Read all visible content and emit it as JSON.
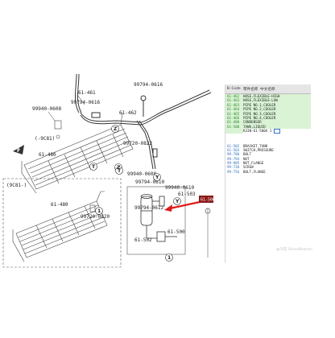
{
  "diagram": {
    "callouts": {
      "c1": "61-461",
      "c2": "99794-0616",
      "c3": "99940-0608",
      "c4": "61-462",
      "c5": "99794-0616",
      "c6": "99720-0822",
      "c7": "99940-0608",
      "c8": "99794-0610",
      "c9": "(-9C81)",
      "c10": "61-480",
      "c11": "(9C81-)",
      "c12": "61-480",
      "c13": "99720-0820",
      "c14": "99940-0610",
      "c15": "99794-0612",
      "c16": "61-503",
      "c17": "61-500",
      "c18": "61-502",
      "circle_z1": "Z",
      "circle_z2": "Z",
      "circle_y1": "Y",
      "circle_y2": "Y",
      "circle_t1": "T",
      "circle_t2": "T",
      "circle_1a": "1",
      "circle_1b": "1",
      "front_marker": "F"
    },
    "highlight_tag": "61-500",
    "arrow_color": "#e01818"
  },
  "parts_panel": {
    "header_code": "B-Code",
    "header_name": "零件名称 中文名称",
    "group1": [
      {
        "code": "61-462",
        "name": "HOSE,FLEXIBLE-HIGH"
      },
      {
        "code": "61-463",
        "name": "HOSE,FLEXIBLE-LOW"
      },
      {
        "code": "61-463",
        "name": "PIPE NO.1,COOLER"
      },
      {
        "code": "61-464",
        "name": "PIPE NO.2,COOLER"
      },
      {
        "code": "61-465",
        "name": "PIPE NO.3,COOLER"
      },
      {
        "code": "61-466",
        "name": "PIPE NO.4,COOLER"
      },
      {
        "code": "61-480",
        "name": "CONDENSER"
      },
      {
        "code": "61-500",
        "name": "TANK,LIQUID"
      },
      {
        "code": "",
        "name": "K33N-61-500A"
      }
    ],
    "selected_value": "1",
    "group2": [
      {
        "code": "61-502",
        "name": "BRACKET,TANK"
      },
      {
        "code": "61-503",
        "name": "SWITCH,PRESSURE"
      },
      {
        "code": "99-780",
        "name": "BOLT"
      },
      {
        "code": "99-794",
        "name": "NUT"
      },
      {
        "code": "99-905",
        "name": "NUT,FLANGE"
      },
      {
        "code": "99-720",
        "name": "SCREW"
      },
      {
        "code": "99-756",
        "name": "BOLT,FLANGE"
      }
    ],
    "colors": {
      "green_row": "#d9f3d4",
      "code_text": "#2b8a2b"
    }
  },
  "watermark": "@汽车 SilverBearsm"
}
